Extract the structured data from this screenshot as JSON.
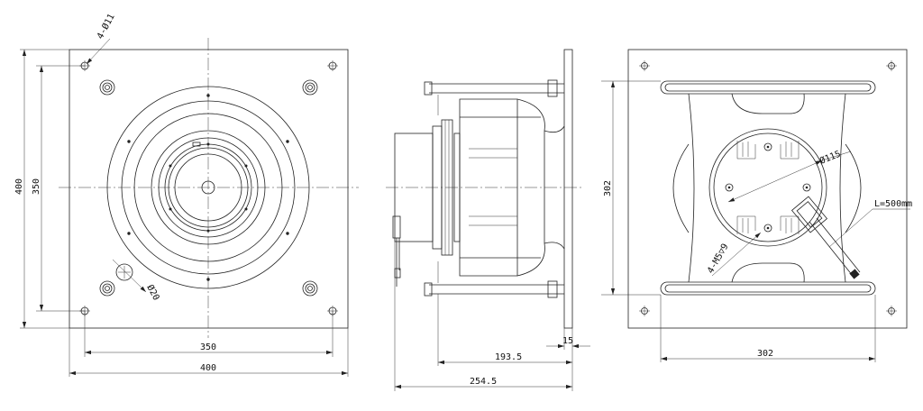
{
  "front_view": {
    "hole_callout": "4-Ø11",
    "cable_hole": "Ø20",
    "dim_height_outer": "400",
    "dim_height_holes": "350",
    "dim_width_holes": "350",
    "dim_width_outer": "400"
  },
  "side_view": {
    "dim_flange": "15",
    "dim_depth_wheel": "193.5",
    "dim_depth_total": "254.5"
  },
  "rear_view": {
    "motor_dia": "Ø115",
    "cable_length": "L=500mm",
    "screw_callout": "4-M5▽9",
    "dim_height": "302",
    "dim_width": "302"
  }
}
